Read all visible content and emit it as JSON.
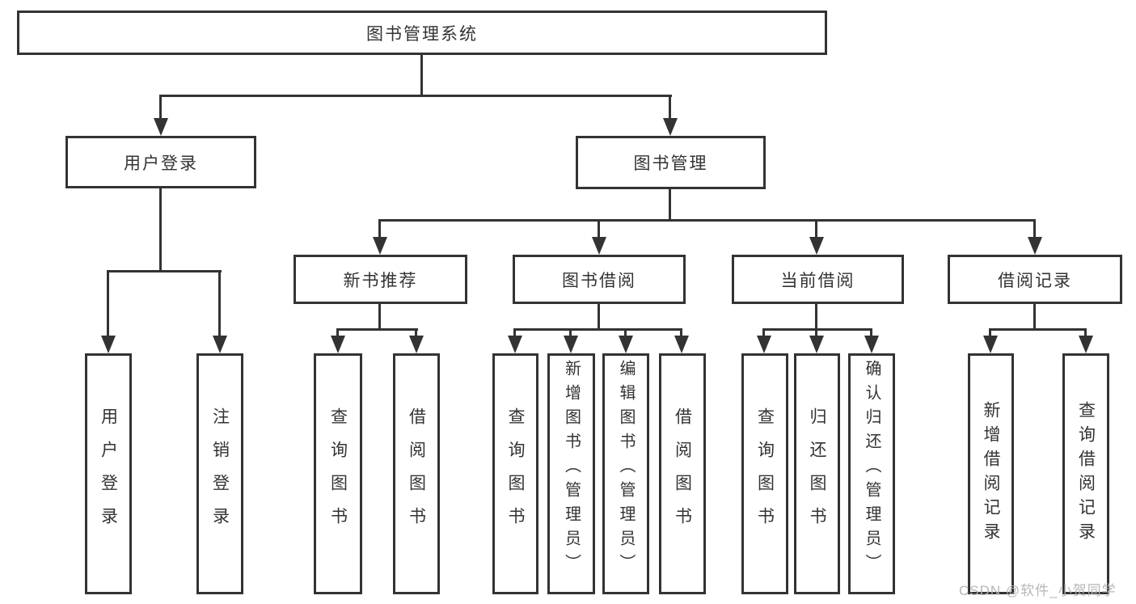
{
  "watermark": "CSDN @软件_小贺同学",
  "colors": {
    "line": "#333333",
    "text": "#333333",
    "watermark": "#b3b3b3",
    "background": "#ffffff"
  },
  "tree": {
    "root": "图书管理系统",
    "branches": [
      {
        "label": "用户登录",
        "children": [
          {
            "label": "用户登录"
          },
          {
            "label": "注销登录"
          }
        ]
      },
      {
        "label": "图书管理",
        "children": [
          {
            "label": "新书推荐",
            "children": [
              {
                "label": "查询图书"
              },
              {
                "label": "借阅图书"
              }
            ]
          },
          {
            "label": "图书借阅",
            "children": [
              {
                "label": "查询图书"
              },
              {
                "label": "新增图书（管理员）"
              },
              {
                "label": "编辑图书（管理员）"
              },
              {
                "label": "借阅图书"
              }
            ]
          },
          {
            "label": "当前借阅",
            "children": [
              {
                "label": "查询图书"
              },
              {
                "label": "归还图书"
              },
              {
                "label": "确认归还（管理员）"
              }
            ]
          },
          {
            "label": "借阅记录",
            "children": [
              {
                "label": "新增借阅记录"
              },
              {
                "label": "查询借阅记录"
              }
            ]
          }
        ]
      }
    ]
  }
}
